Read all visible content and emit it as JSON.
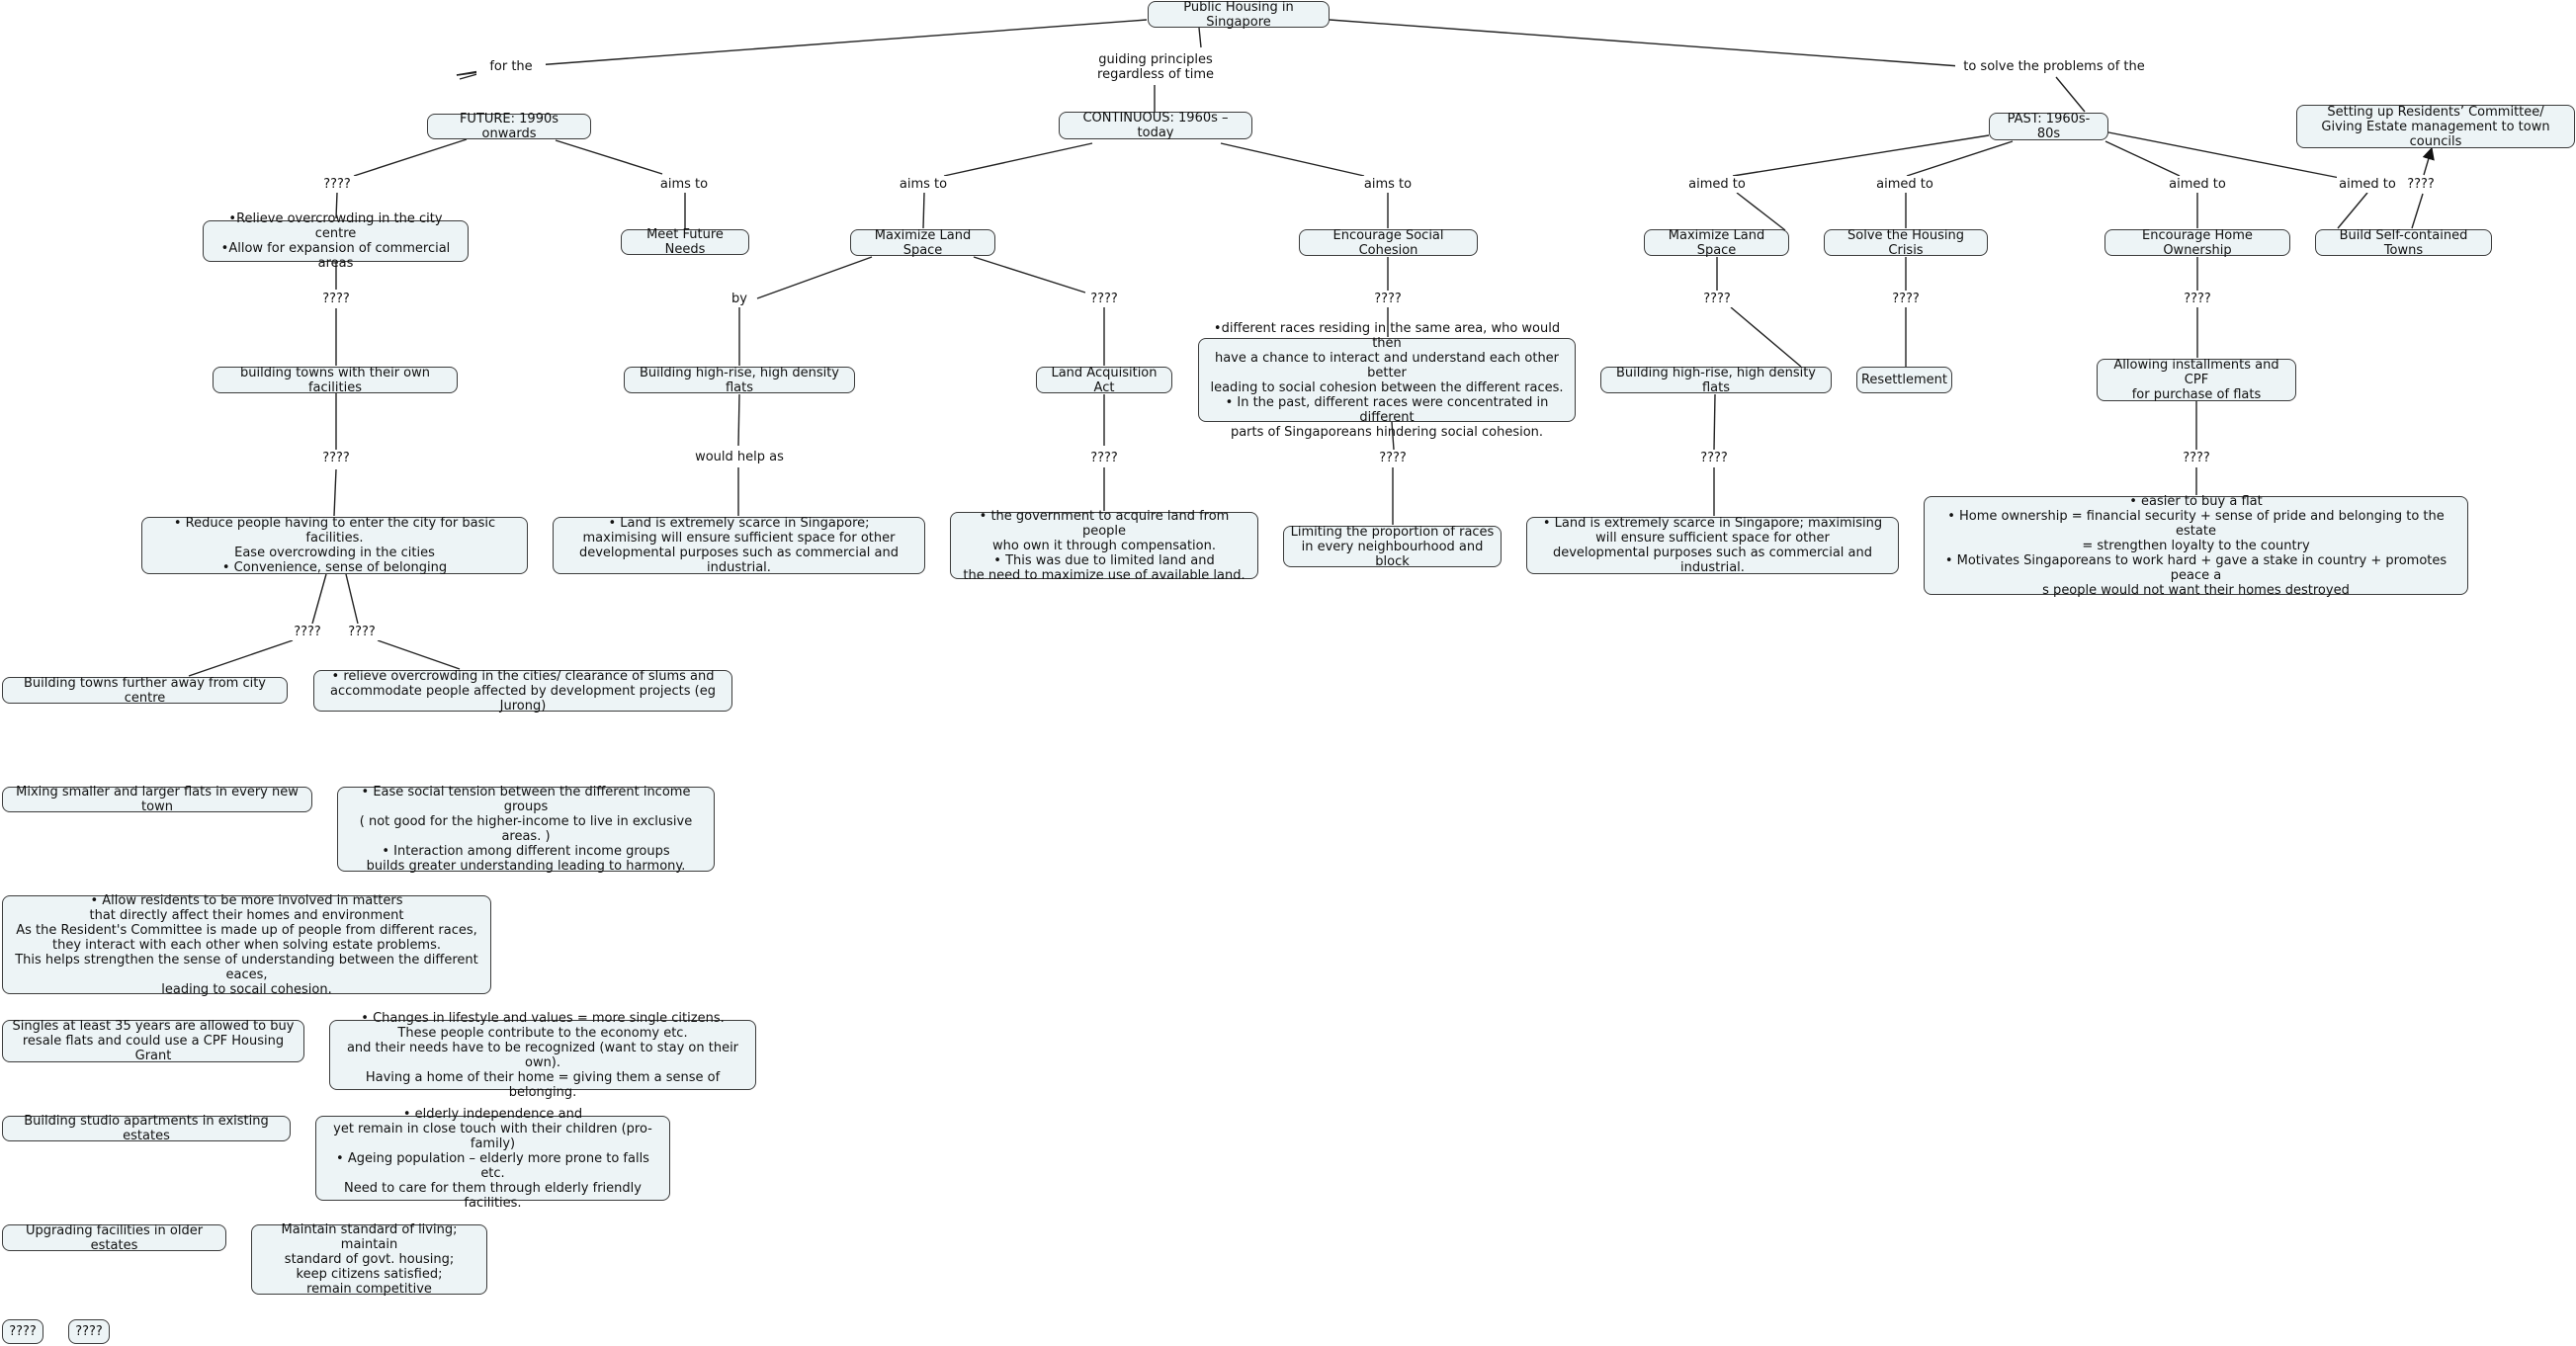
{
  "colors": {
    "node_fill": "#edf4f6",
    "node_border": "#3c3c3c",
    "link": "#222222",
    "background": "#ffffff"
  },
  "nodes": {
    "root": "Public Housing in Singapore",
    "future": "FUTURE: 1990s onwards",
    "continuous": "CONTINUOUS: 1960s – today",
    "past": "PAST: 1960s-80s",
    "residents_committee": "Setting up Residents’ Committee/\nGiving Estate management to town councils",
    "relieve_overcrowding": "•Relieve overcrowding in the city centre\n•Allow for expansion of commercial areas",
    "meet_future_needs": "Meet Future Needs",
    "cont_maximize_land": "Maximize Land Space",
    "encourage_social_cohesion": "Encourage Social Cohesion",
    "past_maximize_land": "Maximize Land Space",
    "solve_housing_crisis": "Solve the Housing Crisis",
    "encourage_home_ownership": "Encourage Home Ownership",
    "build_self_contained": "Build Self-contained Towns",
    "building_towns_facilities": "building towns with their own facilities",
    "cont_high_rise": "Building high-rise, high density flats",
    "land_acquisition_act": "Land Acquisition Act",
    "different_races": "•different races residing in the same area, who would then\nhave a chance to interact and understand each other better\nleading to social cohesion between the different races.\n• In the past, different races were concentrated in different\nparts of Singaporeans hindering social cohesion.",
    "past_high_rise": "Building high-rise, high density flats",
    "resettlement": "Resettlement",
    "installments_cpf": "Allowing installments and CPF\nfor purchase of flats",
    "reduce_people": "•     Reduce people having to enter the city for basic facilities.\nEase overcrowding in the cities\n•     Convenience, sense of belonging",
    "cont_land_scarce": "•     Land is extremely scarce in Singapore;\nmaximising will ensure sufficient space  for other\ndevelopmental purposes such as commercial and industrial.",
    "govt_acquire_land": "•     the government to acquire land from people\nwho own it through compensation.\n•     This was due to limited land and\nthe need to maximize use of available land.",
    "limiting_proportion": "Limiting the proportion of races\nin every neighbourhood and block",
    "past_land_scarce": "•     Land is extremely scarce in Singapore; maximising\nwill ensure sufficient space  for other\ndevelopmental purposes such as commercial and industrial.",
    "easier_to_buy": "•     easier to buy a flat\n•     Home ownership = financial security + sense of pride and belonging to the estate\n= strengthen loyalty to the country\n•     Motivates Singaporeans to work hard + gave a stake in country + promotes peace a\ns people would not want their homes destroyed",
    "towns_further_away": "Building towns further away from city centre",
    "relieve_slums": "• relieve overcrowding in the cities/ clearance of slums and\naccommodate people affected by development projects (eg Jurong)",
    "mixing_flats": "Mixing smaller and larger flats in every new town",
    "ease_social_tension": "•     Ease social tension between the different income groups\n( not good for the higher-income to live in exclusive areas. )\n•     Interaction among different income groups\nbuilds greater understanding leading to harmony.",
    "residents_involved": "•     Allow residents to be more involved in matters\nthat directly affect their homes and environment\nAs the Resident's Committee is made up of people from different races,\nthey interact with each other when solving estate problems.\nThis helps strengthen the sense of understanding between the different eaces,\nleading to socail cohesion.",
    "singles": "Singles at least 35 years are allowed to buy\nresale flats and could use a CPF Housing Grant",
    "changes_lifestyle": "•     Changes in lifestyle and values = more single citizens.\nThese people contribute to the economy etc.\nand their needs have to be recognized (want to stay on their own).\nHaving a home of their home = giving them a sense of belonging.",
    "studio_apartments": "Building studio apartments in existing estates",
    "elderly_independence": "•     elderly independence and\nyet remain in close touch with their children (pro-family)\n•     Ageing population – elderly more prone to falls etc.\nNeed to care for them through elderly friendly facilities.",
    "upgrading_facilities": "Upgrading facilities in older estates",
    "maintain_standard": "Maintain standard of living; maintain\nstandard of govt. housing;\nkeep citizens satisfied;\nremain competitive",
    "unknown_1": "????",
    "unknown_2": "????"
  },
  "labels": {
    "for_the": "for the",
    "guiding_principles": "guiding principles\nregardless of time",
    "to_solve": "to solve the problems of the",
    "future_q1": "????",
    "future_aims_to": "aims to",
    "cont_aims_to_1": "aims to",
    "cont_aims_to_2": "aims to",
    "past_aimed_to_1": "aimed to",
    "past_aimed_to_2": "aimed to",
    "past_aimed_to_3": "aimed to",
    "past_aimed_to_4": "aimed to",
    "residents_q": "????",
    "relieve_q": "????",
    "by": "by",
    "land_q": "????",
    "cohesion_q": "????",
    "past_land_q": "????",
    "crisis_q": "????",
    "ownership_q": "????",
    "facilities_q": "????",
    "would_help_as": "would help as",
    "act_q": "????",
    "races_q": "????",
    "past_high_rise_q": "????",
    "cpf_q": "????",
    "reduce_q1": "????",
    "reduce_q2": "????"
  }
}
